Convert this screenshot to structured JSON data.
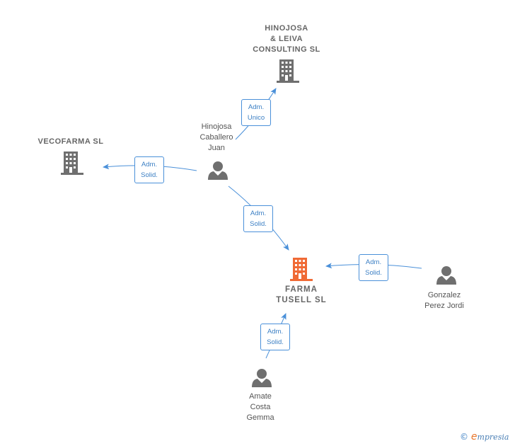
{
  "nodes": {
    "hinojosa_leiva": {
      "label": "HINOJOSA\n& LEIVA\nCONSULTING SL",
      "kind": "company"
    },
    "vecofarma": {
      "label": "VECOFARMA SL",
      "kind": "company"
    },
    "farma_tusell": {
      "label": "FARMA\nTUSELL  SL",
      "kind": "main-company"
    },
    "hinojosa_juan": {
      "label": "Hinojosa\nCaballero\nJuan",
      "kind": "person"
    },
    "gonzalez": {
      "label": "Gonzalez\nPerez Jordi",
      "kind": "person"
    },
    "amate": {
      "label": "Amate\nCosta\nGemma",
      "kind": "person"
    }
  },
  "edges": [
    {
      "id": "e1",
      "from": "hinojosa_juan",
      "to": "hinojosa_leiva",
      "line1": "Adm.",
      "line2": "Unico"
    },
    {
      "id": "e2",
      "from": "hinojosa_juan",
      "to": "vecofarma",
      "line1": "Adm.",
      "line2": "Solid."
    },
    {
      "id": "e3",
      "from": "hinojosa_juan",
      "to": "farma_tusell",
      "line1": "Adm.",
      "line2": "Solid."
    },
    {
      "id": "e4",
      "from": "gonzalez",
      "to": "farma_tusell",
      "line1": "Adm.",
      "line2": "Solid."
    },
    {
      "id": "e5",
      "from": "amate",
      "to": "farma_tusell",
      "line1": "Adm.",
      "line2": "Solid."
    }
  ],
  "colors": {
    "edge": "#4a90d9",
    "company_icon": "#6f6f6f",
    "main_company_icon": "#f06a35",
    "person_icon": "#6f6f6f"
  },
  "footer": {
    "copyright_symbol": "©",
    "brand_initial": "e",
    "brand_rest": "mpresia"
  }
}
